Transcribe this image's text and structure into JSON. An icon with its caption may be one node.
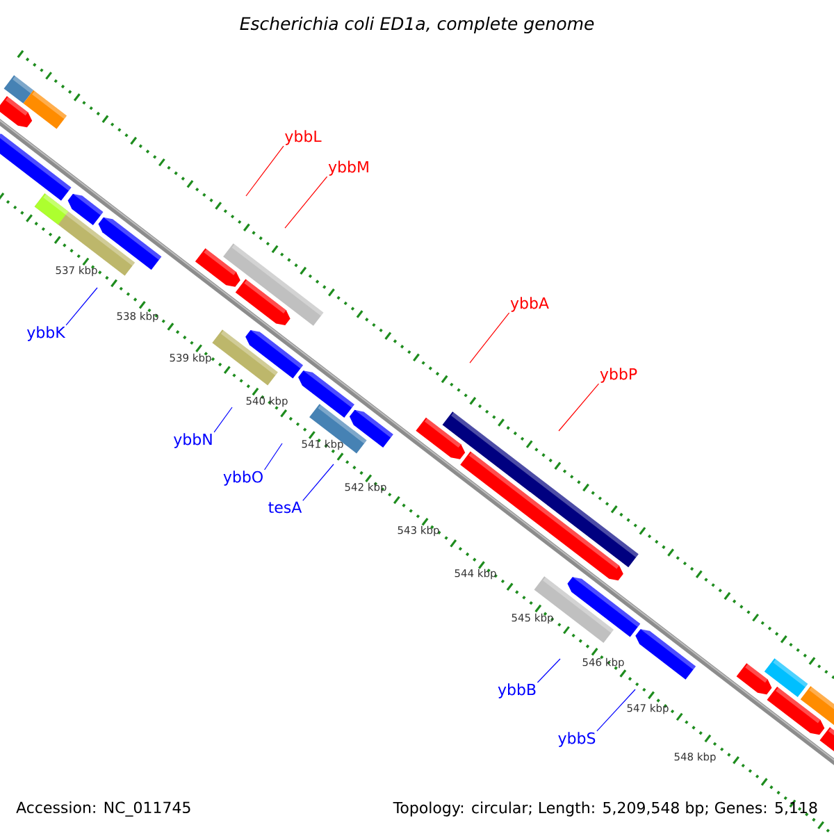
{
  "diagram": {
    "title": "Escherichia coli ED1a, complete genome",
    "nodes": [
      {
        "text": [
          "ybbL"
        ]
      },
      {
        "text": [
          "ybbM"
        ]
      },
      {
        "text": [
          "ybbA"
        ]
      },
      {
        "text": [
          "ybbP"
        ]
      },
      {
        "text": [
          "ybbK"
        ]
      },
      {
        "text": [
          "ybbN"
        ]
      },
      {
        "text": [
          "ybbO"
        ]
      },
      {
        "text": [
          "tesA"
        ]
      },
      {
        "text": [
          "ybbB"
        ]
      },
      {
        "text": [
          "ybbS"
        ]
      }
    ],
    "edges": [
      {
        "from": 0,
        "to": null,
        "arrow": "none",
        "color": "#ff0000"
      },
      {
        "from": 1,
        "to": null,
        "arrow": "none",
        "color": "#ff0000"
      },
      {
        "from": 2,
        "to": null,
        "arrow": "none",
        "color": "#ff0000"
      },
      {
        "from": 3,
        "to": null,
        "arrow": "none",
        "color": "#ff0000"
      },
      {
        "from": 4,
        "to": null,
        "arrow": "none",
        "color": "#0000ff"
      },
      {
        "from": 5,
        "to": null,
        "arrow": "none",
        "color": "#0000ff"
      },
      {
        "from": 6,
        "to": null,
        "arrow": "none",
        "color": "#0000ff"
      },
      {
        "from": 7,
        "to": null,
        "arrow": "none",
        "color": "#0000ff"
      },
      {
        "from": 8,
        "to": null,
        "arrow": "none",
        "color": "#0000ff"
      },
      {
        "from": 9,
        "to": null,
        "arrow": "none",
        "color": "#0000ff"
      }
    ],
    "labels": [
      "537 kbp",
      "538 kbp",
      "539 kbp",
      "540 kbp",
      "541 kbp",
      "542 kbp",
      "543 kbp",
      "544 kbp",
      "545 kbp",
      "546 kbp",
      "547 kbp",
      "548 kbp",
      "Accession: NC_011745",
      "Topology: circular; Length: 5,209,548 bp; Genes: 5,118"
    ]
  }
}
